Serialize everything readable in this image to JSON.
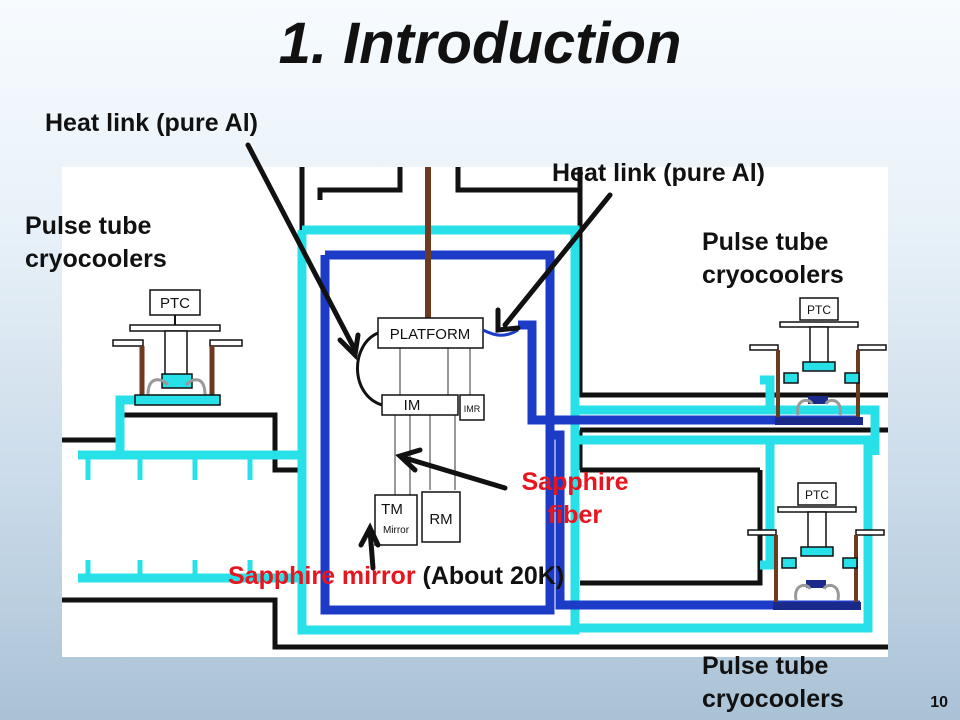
{
  "title": "1. Introduction",
  "labels": {
    "heat_link_left": "Heat link (pure Al)",
    "heat_link_right": "Heat link (pure Al)",
    "ptc_left": "Pulse tube\ncryocoolers",
    "ptc_right": "Pulse tube\ncryocoolers",
    "ptc_bottom": "Pulse tube\ncryocoolers",
    "sapphire_fiber": "Sapphire\nfiber",
    "sapphire_mirror": "Sapphire mirror",
    "about_temp": " (About 20K)"
  },
  "boxes": {
    "ptc": "PTC",
    "platform": "PLATFORM",
    "im": "IM",
    "imr": "IMR",
    "tm": "TM",
    "tm_sub": "Mirror",
    "rm": "RM"
  },
  "page_number": "10",
  "colors": {
    "cyan": "#28e0e8",
    "blue": "#1c3cc8",
    "navy": "#1a2a8a",
    "red": "#e8141e",
    "brown": "#6b3a1f"
  }
}
